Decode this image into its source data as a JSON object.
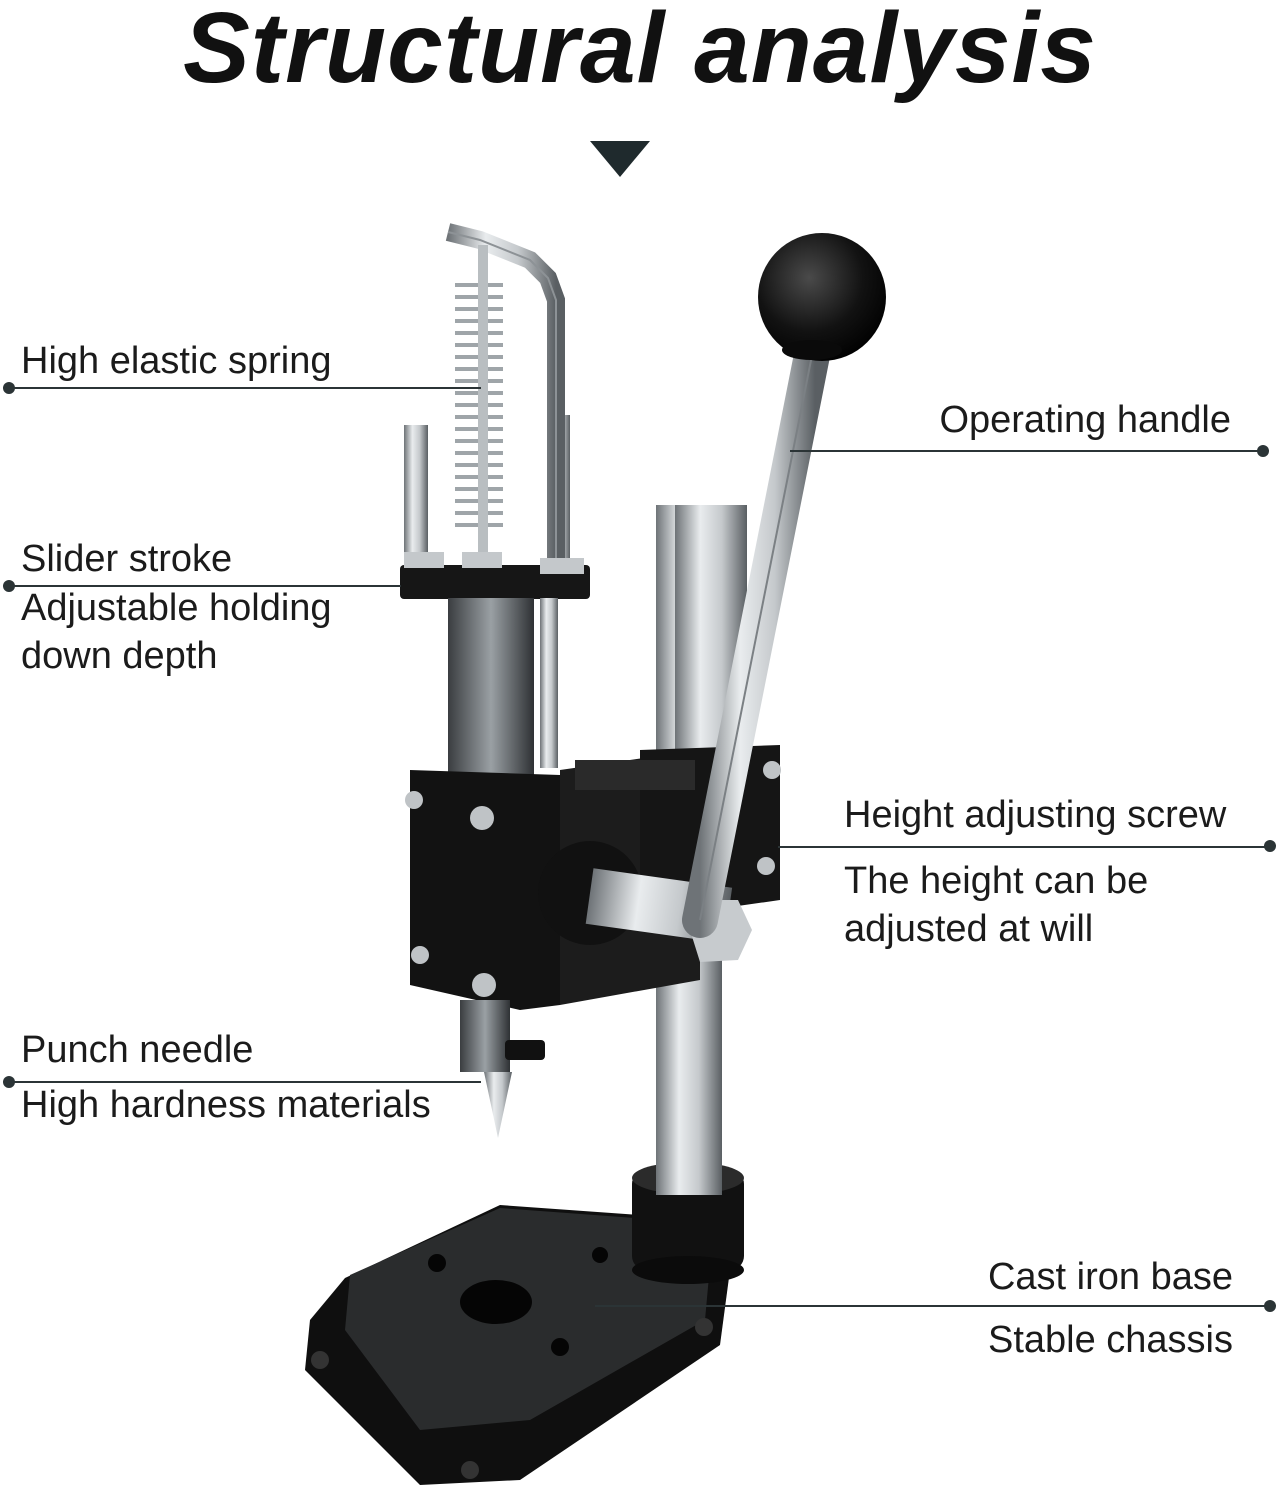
{
  "title": "Structural analysis",
  "colors": {
    "line": "#2b3436",
    "iron": "#141414",
    "steel": "#bfc3c6",
    "background": "#ffffff"
  },
  "labels": {
    "spring": {
      "line1": "High elastic spring"
    },
    "slider": {
      "line1": "Slider stroke",
      "line2": "Adjustable holding",
      "line3": "down depth"
    },
    "needle": {
      "line1": "Punch needle",
      "line2": "High hardness materials"
    },
    "handle": {
      "line1": "Operating handle"
    },
    "screw": {
      "line1": "Height adjusting screw",
      "line2": "The height can be",
      "line3": "adjusted at will"
    },
    "base": {
      "line1": "Cast iron base",
      "line2": "Stable chassis"
    }
  },
  "icons": {
    "pointer": "triangle-down-icon",
    "callout_marker": "dot-icon"
  }
}
